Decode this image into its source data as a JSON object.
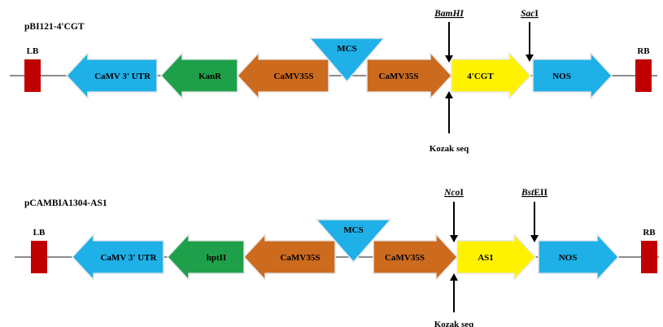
{
  "colors": {
    "border": "#E8E8E8",
    "marker": "#C00000",
    "utr": "#1FB0E8",
    "kanr": "#1EA04A",
    "promoter": "#CC6A1E",
    "mcs": "#1FB0E8",
    "gene": "#FFF200",
    "nos": "#1FB0E8",
    "backbone": "#666666",
    "site_label": "#000000"
  },
  "constructs": [
    {
      "id": "top",
      "title": "pBI121-4'CGT",
      "lb": "LB",
      "rb": "RB",
      "mcs": "MCS",
      "features": [
        {
          "label": "CaMV 3' UTR",
          "direction": "left",
          "color_key": "utr",
          "text_color": "#000000"
        },
        {
          "label": "KanR",
          "direction": "left",
          "color_key": "kanr",
          "text_color": "#000000"
        },
        {
          "label": "CaMV35S",
          "direction": "left",
          "color_key": "promoter",
          "text_color": "#000000"
        },
        {
          "label": "CaMV35S",
          "direction": "right",
          "color_key": "promoter",
          "text_color": "#000000"
        },
        {
          "label": "4'CGT",
          "direction": "right",
          "color_key": "gene",
          "text_color": "#000000"
        },
        {
          "label": "NOS",
          "direction": "right",
          "color_key": "nos",
          "text_color": "#000000"
        }
      ],
      "sites": [
        {
          "prefix": "BamHI",
          "suffix": ""
        },
        {
          "prefix": "Sac",
          "suffix": "I"
        }
      ],
      "kozak": "Kozak seq"
    },
    {
      "id": "bottom",
      "title": "pCAMBIA1304-AS1",
      "lb": "LB",
      "rb": "RB",
      "mcs": "MCS",
      "features": [
        {
          "label": "CaMV 3' UTR",
          "direction": "left",
          "color_key": "utr",
          "text_color": "#000000"
        },
        {
          "label": "hptII",
          "direction": "left",
          "color_key": "kanr",
          "text_color": "#000000"
        },
        {
          "label": "CaMV35S",
          "direction": "left",
          "color_key": "promoter",
          "text_color": "#000000"
        },
        {
          "label": "CaMV35S",
          "direction": "right",
          "color_key": "promoter",
          "text_color": "#000000"
        },
        {
          "label": "AS1",
          "direction": "right",
          "color_key": "gene",
          "text_color": "#000000"
        },
        {
          "label": "NOS",
          "direction": "right",
          "color_key": "nos",
          "text_color": "#000000"
        }
      ],
      "sites": [
        {
          "prefix": "Nco",
          "suffix": "I"
        },
        {
          "prefix": "Bst",
          "suffix": "EII"
        }
      ],
      "kozak": "Kozak seq"
    }
  ]
}
